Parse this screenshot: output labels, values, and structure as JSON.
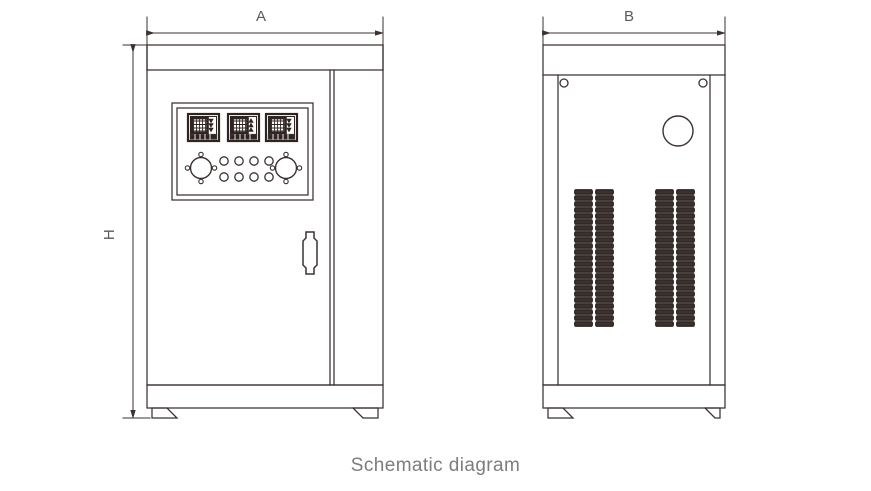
{
  "caption": "Schematic diagram",
  "dimensions": {
    "width_label": "A",
    "depth_label": "B",
    "height_label": "H"
  },
  "views": {
    "front": {
      "name": "front-view",
      "control_panel": {
        "meters": [
          {
            "name": "meter-1"
          },
          {
            "name": "meter-2"
          },
          {
            "name": "meter-3"
          }
        ],
        "knobs": [
          {
            "name": "selector-knob-left"
          },
          {
            "name": "selector-knob-right"
          }
        ],
        "indicator_rows": 2,
        "indicators_per_row": 4
      },
      "door_handle": {
        "name": "door-handle"
      },
      "feet": 2
    },
    "rear": {
      "name": "rear-view",
      "fan_opening": {
        "name": "fan-opening"
      },
      "mounting_holes": 2,
      "louver_columns": 4,
      "louver_slats_per_column": 23,
      "feet": 2
    }
  },
  "style": {
    "line_color": "#3b3230",
    "louver_color": "#2e2522",
    "text_color": "#5a5a5a",
    "caption_color": "#7d7d7d",
    "background": "#ffffff"
  }
}
